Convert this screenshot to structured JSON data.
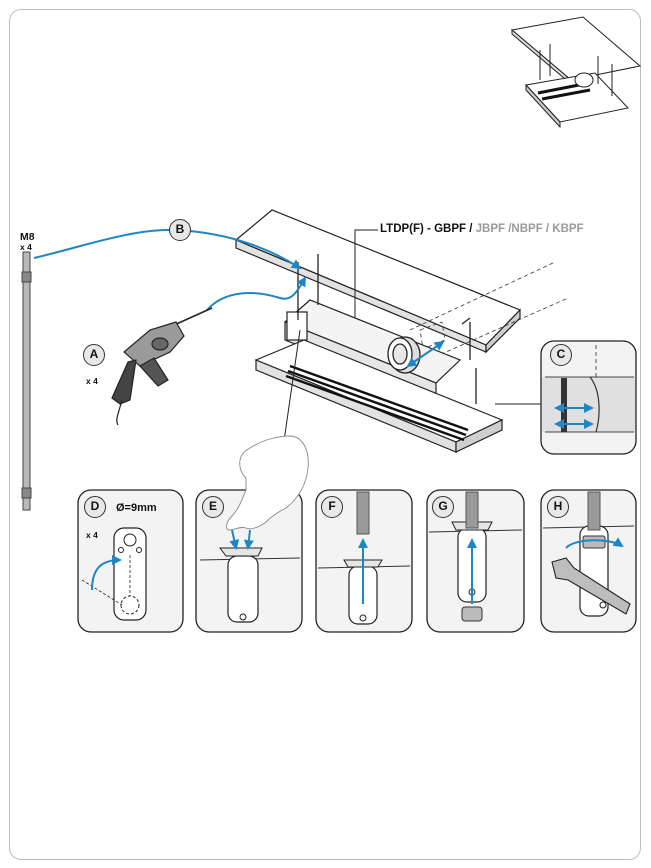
{
  "model_label": {
    "primary": "LTDP(F) - GBPF",
    "separator": " / ",
    "secondary": "JBPF /NBPF / KBPF"
  },
  "rod_label": {
    "size": "M8",
    "quantity": "x 4"
  },
  "steps": [
    {
      "letter": "A",
      "note": "x 4"
    },
    {
      "letter": "B",
      "note": ""
    },
    {
      "letter": "C",
      "note": ""
    },
    {
      "letter": "D",
      "note": "x 4",
      "dimension": "Ø=9mm"
    },
    {
      "letter": "E",
      "note": ""
    },
    {
      "letter": "F",
      "note": ""
    },
    {
      "letter": "G",
      "note": ""
    },
    {
      "letter": "H",
      "note": ""
    }
  ],
  "colors": {
    "arrow": "#1f86c4",
    "line": "#222222",
    "panel_fill": "#f3f3f3",
    "badge_fill": "#e8e8e8"
  },
  "icons": [
    "drill-icon",
    "threaded-rod-icon",
    "hand-icon",
    "wrench-icon",
    "nut-icon",
    "hanger-bracket-icon"
  ]
}
